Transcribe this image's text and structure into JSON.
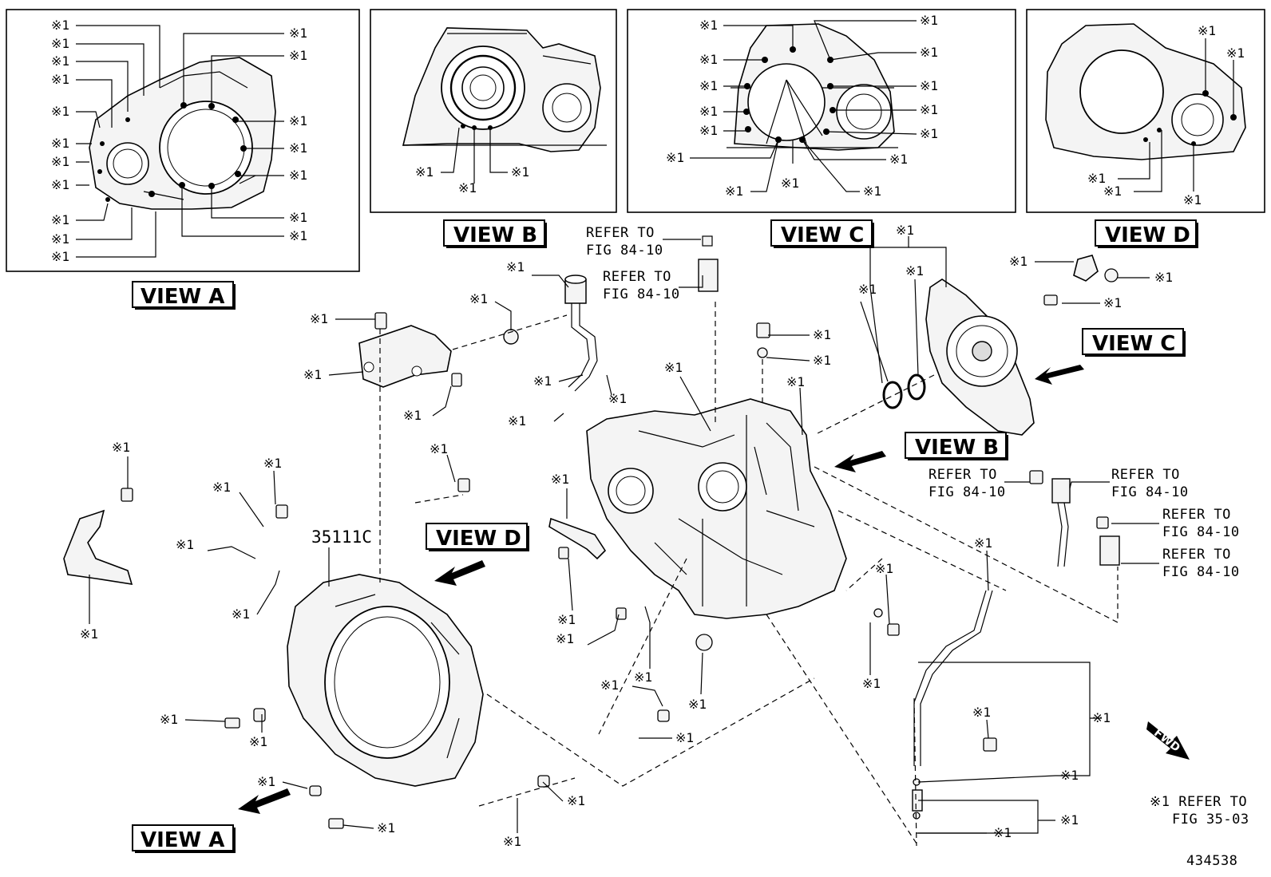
{
  "marker": "※1",
  "views": {
    "a_title": "VIEW A",
    "b_title": "VIEW B",
    "c_title": "VIEW C",
    "d_title": "VIEW D"
  },
  "refs": {
    "refer_to": "REFER TO",
    "fig_84_10": "FIG 84-10",
    "fig_35_03": "FIG 35-03",
    "marker_refer_to": "※1 REFER TO"
  },
  "part_number": "35111C",
  "fwd_label": "FWD",
  "diagram_id": "434538"
}
